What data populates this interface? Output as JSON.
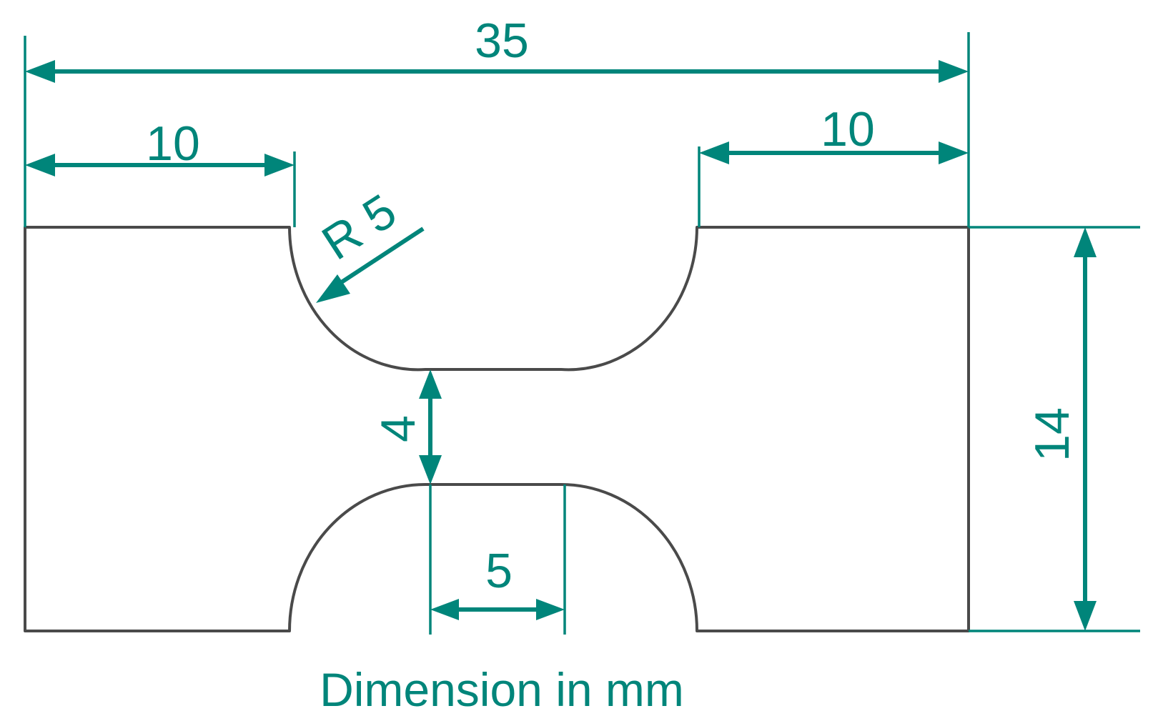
{
  "colors": {
    "dimension": "#00857a",
    "outline": "#4a4a4a",
    "background": "#ffffff"
  },
  "dimensions": {
    "overall_length": "35",
    "left_grip_length": "10",
    "right_grip_length": "10",
    "fillet_radius": "R 5",
    "gauge_width": "4",
    "gauge_length": "5",
    "overall_height": "14"
  },
  "caption": "Dimension in mm"
}
